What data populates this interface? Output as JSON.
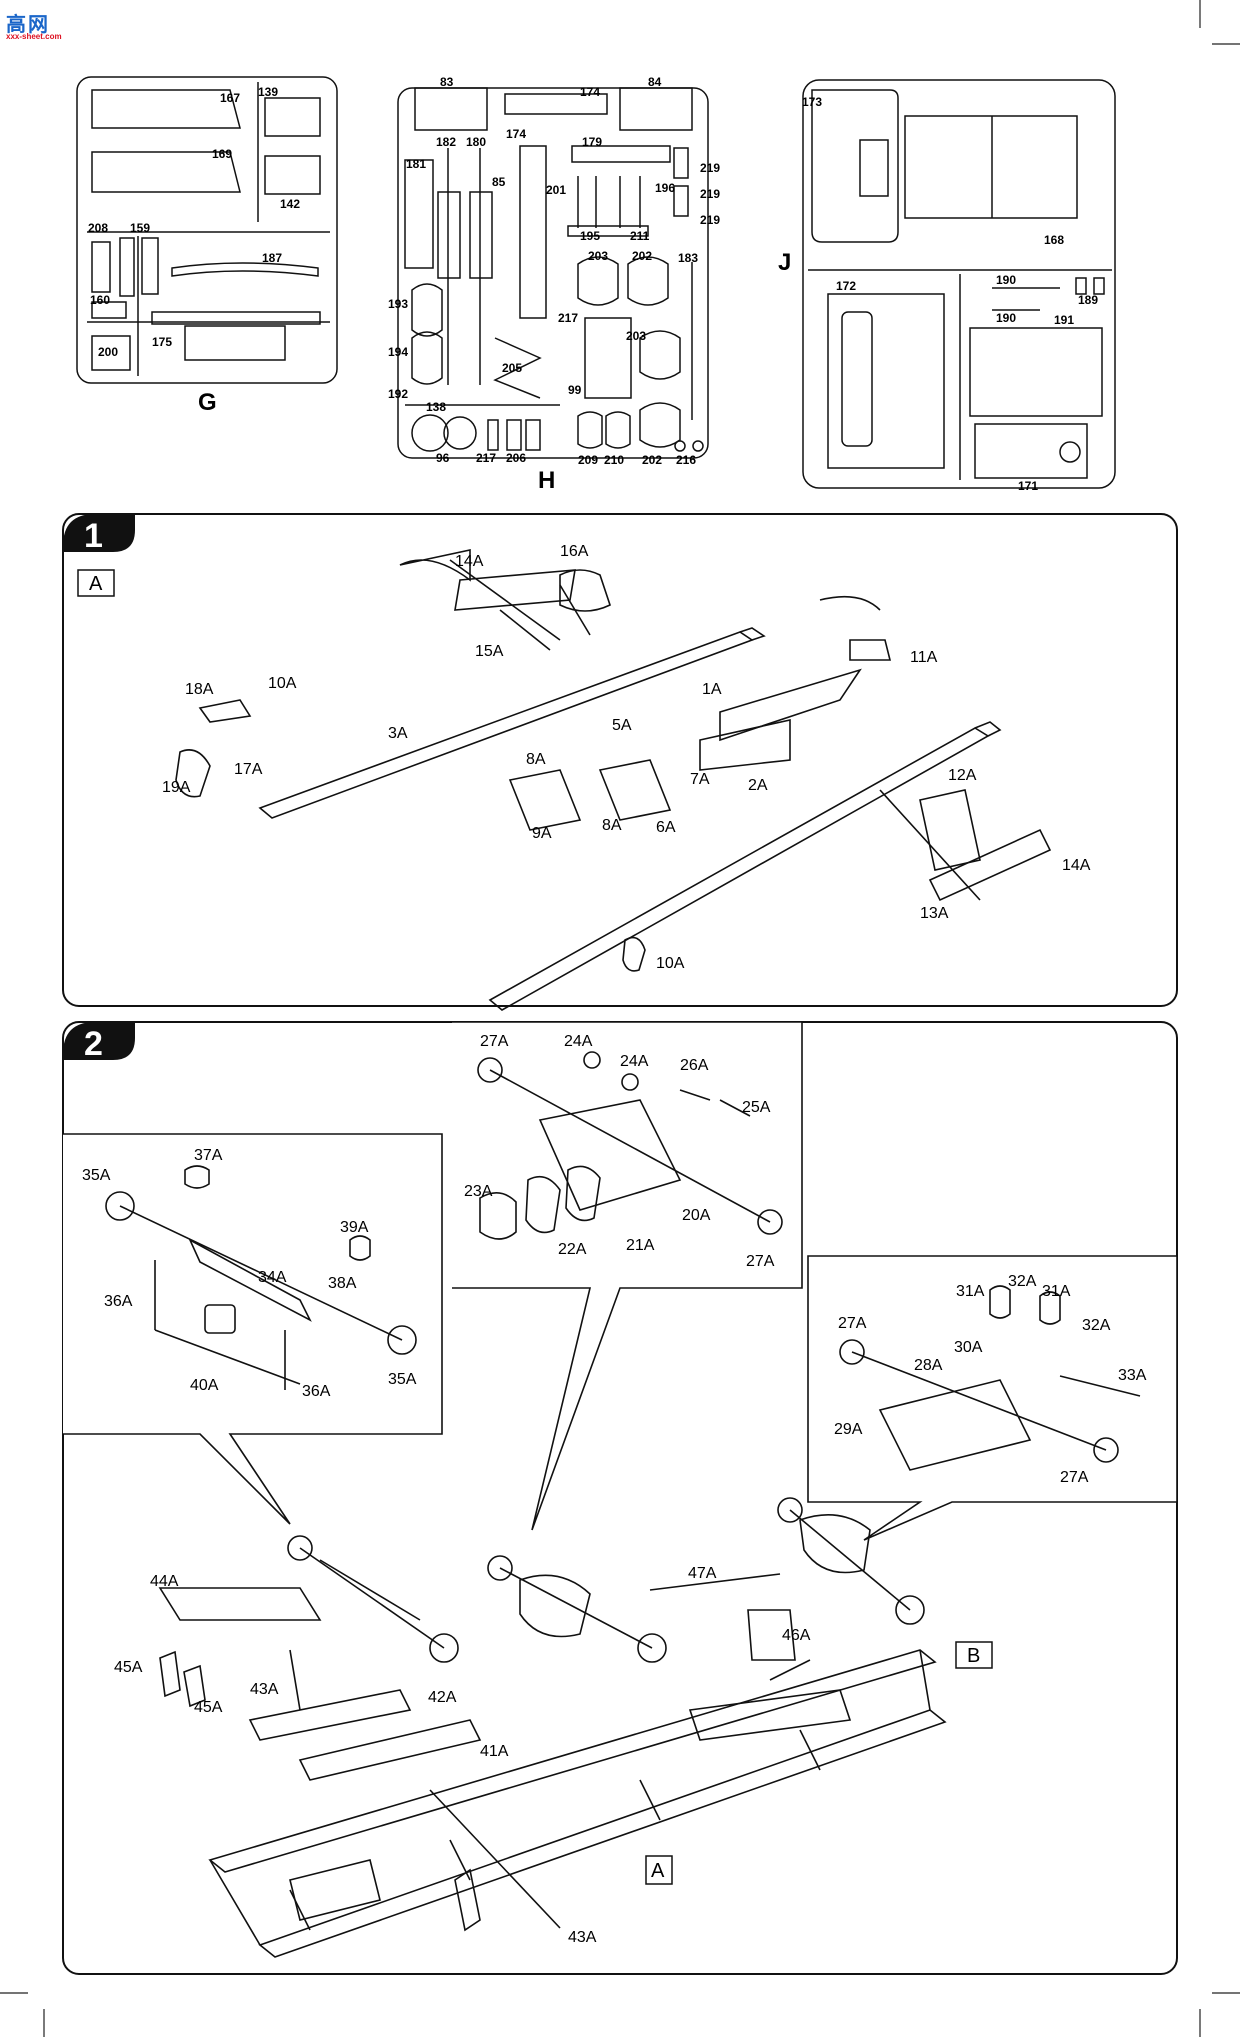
{
  "watermark": {
    "main": "高网",
    "sub": "xxx-sheet.com"
  },
  "sprues": {
    "G": {
      "letter": "G",
      "parts": [
        "167",
        "139",
        "169",
        "142",
        "208",
        "159",
        "187",
        "160",
        "175",
        "200"
      ]
    },
    "H": {
      "letter": "H",
      "parts": [
        "83",
        "174",
        "84",
        "182",
        "180",
        "174",
        "179",
        "181",
        "85",
        "201",
        "219",
        "196",
        "219",
        "219",
        "195",
        "211",
        "203",
        "202",
        "183",
        "193",
        "217",
        "203",
        "194",
        "205",
        "99",
        "192",
        "138",
        "96",
        "217",
        "206",
        "209",
        "210",
        "202",
        "216"
      ]
    },
    "J": {
      "letter": "J",
      "parts": [
        "173",
        "168",
        "172",
        "190",
        "189",
        "190",
        "191",
        "171"
      ]
    }
  },
  "step1": {
    "number": "1",
    "subassembly": "A",
    "parts": [
      "14A",
      "16A",
      "15A",
      "11A",
      "18A",
      "10A",
      "1A",
      "3A",
      "5A",
      "8A",
      "7A",
      "2A",
      "17A",
      "19A",
      "9A",
      "8A",
      "6A",
      "12A",
      "14A",
      "13A",
      "10A"
    ]
  },
  "step2": {
    "number": "2",
    "front_axle_parts": [
      "37A",
      "35A",
      "39A",
      "34A",
      "38A",
      "36A",
      "40A",
      "36A",
      "35A"
    ],
    "rear_axle_parts": [
      "27A",
      "24A",
      "24A",
      "26A",
      "25A",
      "23A",
      "20A",
      "22A",
      "21A",
      "27A"
    ],
    "second_axle_parts": [
      "31A",
      "32A",
      "31A",
      "27A",
      "32A",
      "30A",
      "28A",
      "33A",
      "29A",
      "27A"
    ],
    "chassis_parts": [
      "44A",
      "47A",
      "46A",
      "45A",
      "45A",
      "43A",
      "42A",
      "41A",
      "43A"
    ],
    "box_b": "B",
    "box_a": "A"
  }
}
